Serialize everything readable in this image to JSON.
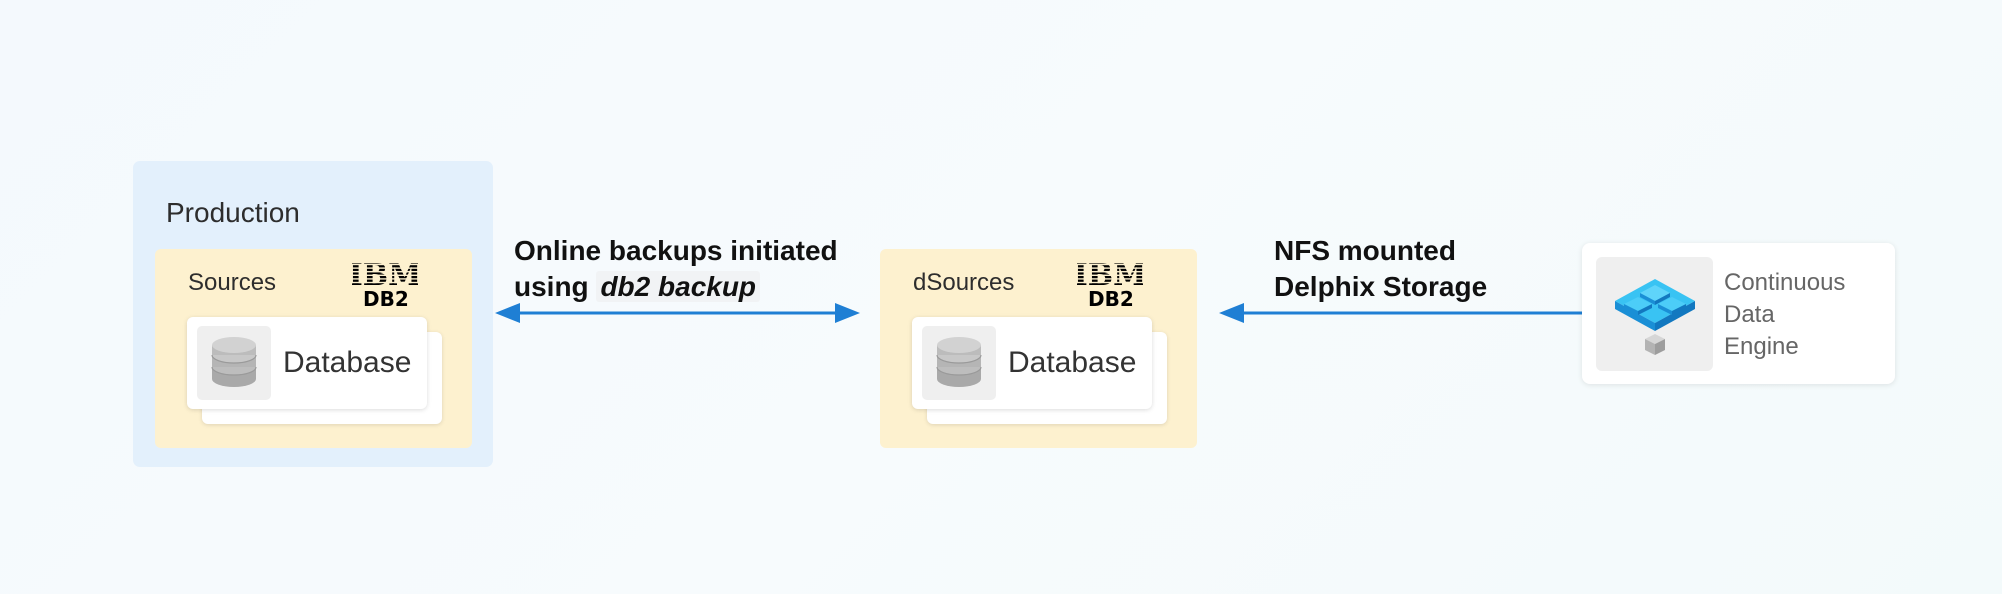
{
  "production": {
    "title": "Production",
    "sources_label": "Sources",
    "logo_text": "IBM",
    "db2_label": "DB2",
    "database_label": "Database"
  },
  "link_left": {
    "line1": "Online backups initiated",
    "line2_prefix": "using ",
    "line2_code": "db2 backup"
  },
  "staging": {
    "dsources_label": "dSources",
    "logo_text": "IBM",
    "db2_label": "DB2",
    "database_label": "Database"
  },
  "link_right": {
    "line1": "NFS mounted",
    "line2": "Delphix Storage"
  },
  "engine": {
    "label_lines": [
      "Continuous",
      "Data",
      "Engine"
    ]
  },
  "colors": {
    "arrow": "#1f7fd4",
    "production_bg": "#e3f0fc",
    "source_bg": "#fdf1cf"
  },
  "icons": [
    "ibm-logo",
    "database-icon",
    "delphix-engine-icon"
  ]
}
